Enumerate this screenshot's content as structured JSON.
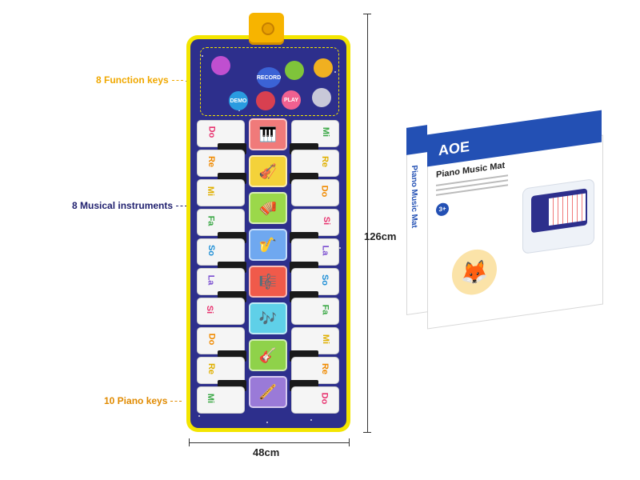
{
  "callouts": {
    "function_keys": "8 Function keys",
    "instruments": "8 Musical instruments",
    "piano_keys": "10 Piano  keys",
    "colors": {
      "function_keys": "#f0a800",
      "instruments": "#1f1f6e",
      "piano_keys": "#e08a00"
    }
  },
  "dimensions": {
    "height": "126cm",
    "width": "48cm"
  },
  "mat": {
    "function_keys": [
      "",
      "RECORD",
      "",
      "",
      "DEMO",
      "",
      "PLAY",
      ""
    ],
    "left_notes": [
      "Do",
      "Re",
      "Mi",
      "Fa",
      "So",
      "La",
      "Si",
      "Do",
      "Re",
      "Mi"
    ],
    "right_notes": [
      "Mi",
      "Re",
      "Do",
      "Si",
      "La",
      "So",
      "Fa",
      "Mi",
      "Re",
      "Do"
    ],
    "instruments": [
      {
        "icon": "keyboard-icon",
        "glyph": "🎹",
        "color": "#f07a7a"
      },
      {
        "icon": "violin-icon",
        "glyph": "🎻",
        "color": "#f4d23a"
      },
      {
        "icon": "accordion-icon",
        "glyph": "🪗",
        "color": "#9bd84a"
      },
      {
        "icon": "saxophone-icon",
        "glyph": "🎷",
        "color": "#6fa8f0"
      },
      {
        "icon": "xylophone-icon",
        "glyph": "🎼",
        "color": "#f05a4a"
      },
      {
        "icon": "clarinet-icon",
        "glyph": "🎶",
        "color": "#5fd0e8"
      },
      {
        "icon": "guitar-icon",
        "glyph": "🎸",
        "color": "#8fd24a"
      },
      {
        "icon": "flute-icon",
        "glyph": "🪈",
        "color": "#9a7ad8"
      }
    ]
  },
  "package": {
    "brand": "AOE",
    "product": "Piano Music Mat",
    "side_text": "Piano Music Mat",
    "age_badge": "3+",
    "band_color": "#2350b4"
  }
}
